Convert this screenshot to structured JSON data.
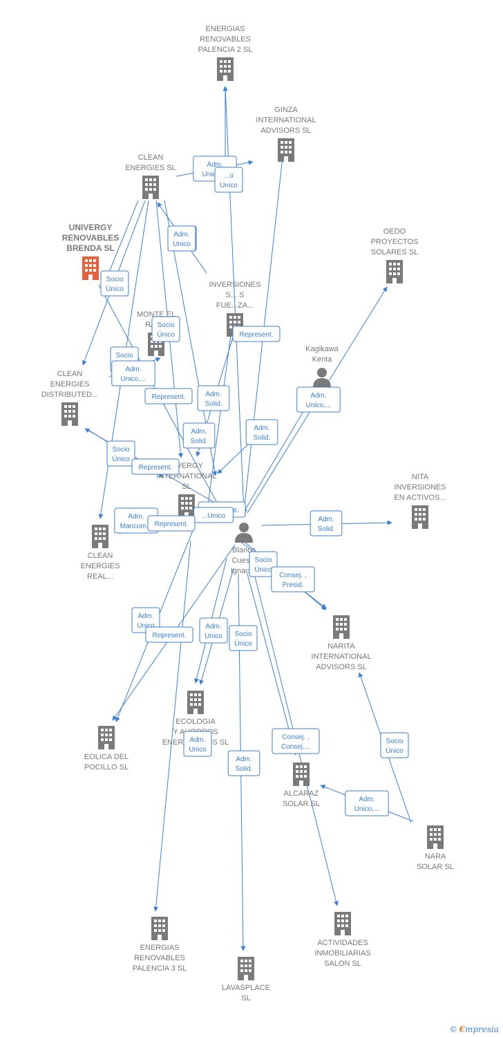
{
  "colors": {
    "edge": "#3a7fd5",
    "company": "#7a7a7a",
    "highlight": "#e8603c",
    "person": "#7a7a7a"
  },
  "nodes": [
    {
      "id": "erp2",
      "lines": [
        "ENERGIAS",
        "RENOVABLES",
        "PALENCIA 2 SL"
      ],
      "type": "company",
      "icon": "building-icon"
    },
    {
      "id": "ginza",
      "lines": [
        "GINZA",
        "INTERNATIONAL",
        "ADVISORS  SL"
      ],
      "type": "company",
      "icon": "building-icon"
    },
    {
      "id": "clean",
      "lines": [
        "CLEAN",
        "ENERGIES SL"
      ],
      "type": "company",
      "icon": "building-icon"
    },
    {
      "id": "univergy_brenda",
      "lines": [
        "UNIVERGY",
        "RENOVABLES",
        "BRENDA  SL"
      ],
      "type": "highlight",
      "icon": "building-icon"
    },
    {
      "id": "oedo",
      "lines": [
        "OEDO",
        "PROYECTOS",
        "SOLARES  SL"
      ],
      "type": "company",
      "icon": "building-icon"
    },
    {
      "id": "inversiones",
      "lines": [
        "INVERSIONES",
        "S... S",
        "FUE...ZA..."
      ],
      "type": "company",
      "icon": "building-icon"
    },
    {
      "id": "monte",
      "lines": [
        "MONTE EL",
        "RAS..."
      ],
      "type": "company",
      "icon": "building-icon"
    },
    {
      "id": "kagikawa",
      "lines": [
        "Kagikawa",
        "Kenta"
      ],
      "type": "person",
      "icon": "person-icon"
    },
    {
      "id": "ced",
      "lines": [
        "CLEAN",
        "ENERGIES",
        "DISTRIBUTED..."
      ],
      "type": "company",
      "icon": "building-icon"
    },
    {
      "id": "univergy_int",
      "lines": [
        "...VERGY",
        "INTERNATIONAL",
        "SL"
      ],
      "type": "company",
      "icon": "building-icon"
    },
    {
      "id": "nita",
      "lines": [
        "NITA",
        "INVERSIONES",
        "EN ACTIVOS..."
      ],
      "type": "company",
      "icon": "building-icon"
    },
    {
      "id": "blanco",
      "lines": [
        "Blanco",
        "Cues...",
        "Ignaci..."
      ],
      "type": "person",
      "icon": "person-icon"
    },
    {
      "id": "cer",
      "lines": [
        "CLEAN",
        "ENERGIES",
        "REAL..."
      ],
      "type": "company",
      "icon": "building-icon"
    },
    {
      "id": "narita",
      "lines": [
        "NARITA",
        "INTERNATIONAL",
        "ADVISORS  SL"
      ],
      "type": "company",
      "icon": "building-icon"
    },
    {
      "id": "ecologia",
      "lines": [
        "ECOLOGIA",
        "Y AHORROS",
        "ENERGETICOS SL"
      ],
      "type": "company",
      "icon": "building-icon"
    },
    {
      "id": "eolica",
      "lines": [
        "EOLICA DEL",
        "POCILLO SL"
      ],
      "type": "company",
      "icon": "building-icon"
    },
    {
      "id": "alcaraz",
      "lines": [
        "ALCARAZ",
        "SOLAR SL"
      ],
      "type": "company",
      "icon": "building-icon"
    },
    {
      "id": "nara",
      "lines": [
        "NARA",
        "SOLAR  SL"
      ],
      "type": "company",
      "icon": "building-icon"
    },
    {
      "id": "erp3",
      "lines": [
        "ENERGIAS",
        "RENOVABLES",
        "PALENCIA 3 SL"
      ],
      "type": "company",
      "icon": "building-icon"
    },
    {
      "id": "actividades",
      "lines": [
        "ACTIVIDADES",
        "INMOBILIARIAS",
        "SALON SL"
      ],
      "type": "company",
      "icon": "building-icon"
    },
    {
      "id": "lavasplace",
      "lines": [
        "LAVASPLACE",
        "SL"
      ],
      "type": "company",
      "icon": "building-icon"
    }
  ],
  "edge_labels": [
    {
      "lines": [
        "Adm.",
        "Unico,..."
      ]
    },
    {
      "lines": [
        "...o",
        "Unico"
      ]
    },
    {
      "lines": [
        "Adm.",
        "Unico"
      ]
    },
    {
      "lines": [
        "Socio",
        "Único"
      ]
    },
    {
      "lines": [
        "Adm.",
        "Unico"
      ]
    },
    {
      "lines": [
        "Socio",
        "Único"
      ]
    },
    {
      "lines": [
        "Represent."
      ]
    },
    {
      "lines": [
        "Socio",
        "..."
      ]
    },
    {
      "lines": [
        "Adm.",
        "Unico,..."
      ]
    },
    {
      "lines": [
        "Represent."
      ]
    },
    {
      "lines": [
        "Adm.",
        "Solid."
      ]
    },
    {
      "lines": [
        "Adm.",
        "Unico,..."
      ]
    },
    {
      "lines": [
        "Adm.",
        "Solid."
      ]
    },
    {
      "lines": [
        "Adm.",
        "Solid."
      ]
    },
    {
      "lines": [
        "Socio",
        "Único"
      ]
    },
    {
      "lines": [
        "Represent."
      ]
    },
    {
      "lines": [
        "Represent."
      ]
    },
    {
      "lines": [
        "...Unico"
      ]
    },
    {
      "lines": [
        "Adm.",
        "Mancom..."
      ]
    },
    {
      "lines": [
        "Represent."
      ]
    },
    {
      "lines": [
        "Adm.",
        "Solid."
      ]
    },
    {
      "lines": [
        "Socio",
        "Único"
      ]
    },
    {
      "lines": [
        "Consej. ,",
        "Presid."
      ]
    },
    {
      "lines": [
        "Adm.",
        "Unico"
      ]
    },
    {
      "lines": [
        "Represent."
      ]
    },
    {
      "lines": [
        "Adm.",
        "Unico"
      ]
    },
    {
      "lines": [
        "Socio",
        "Único"
      ]
    },
    {
      "lines": [
        "Consej. ,",
        "Consej...."
      ]
    },
    {
      "lines": [
        "Socio",
        "Único"
      ]
    },
    {
      "lines": [
        "Adm.",
        "Unico"
      ]
    },
    {
      "lines": [
        "Adm.",
        "Solid."
      ]
    },
    {
      "lines": [
        "Adm.",
        "Unico,..."
      ]
    }
  ],
  "footer": {
    "copyright": "©",
    "brand_first": "€",
    "brand_rest": "mpresia"
  }
}
